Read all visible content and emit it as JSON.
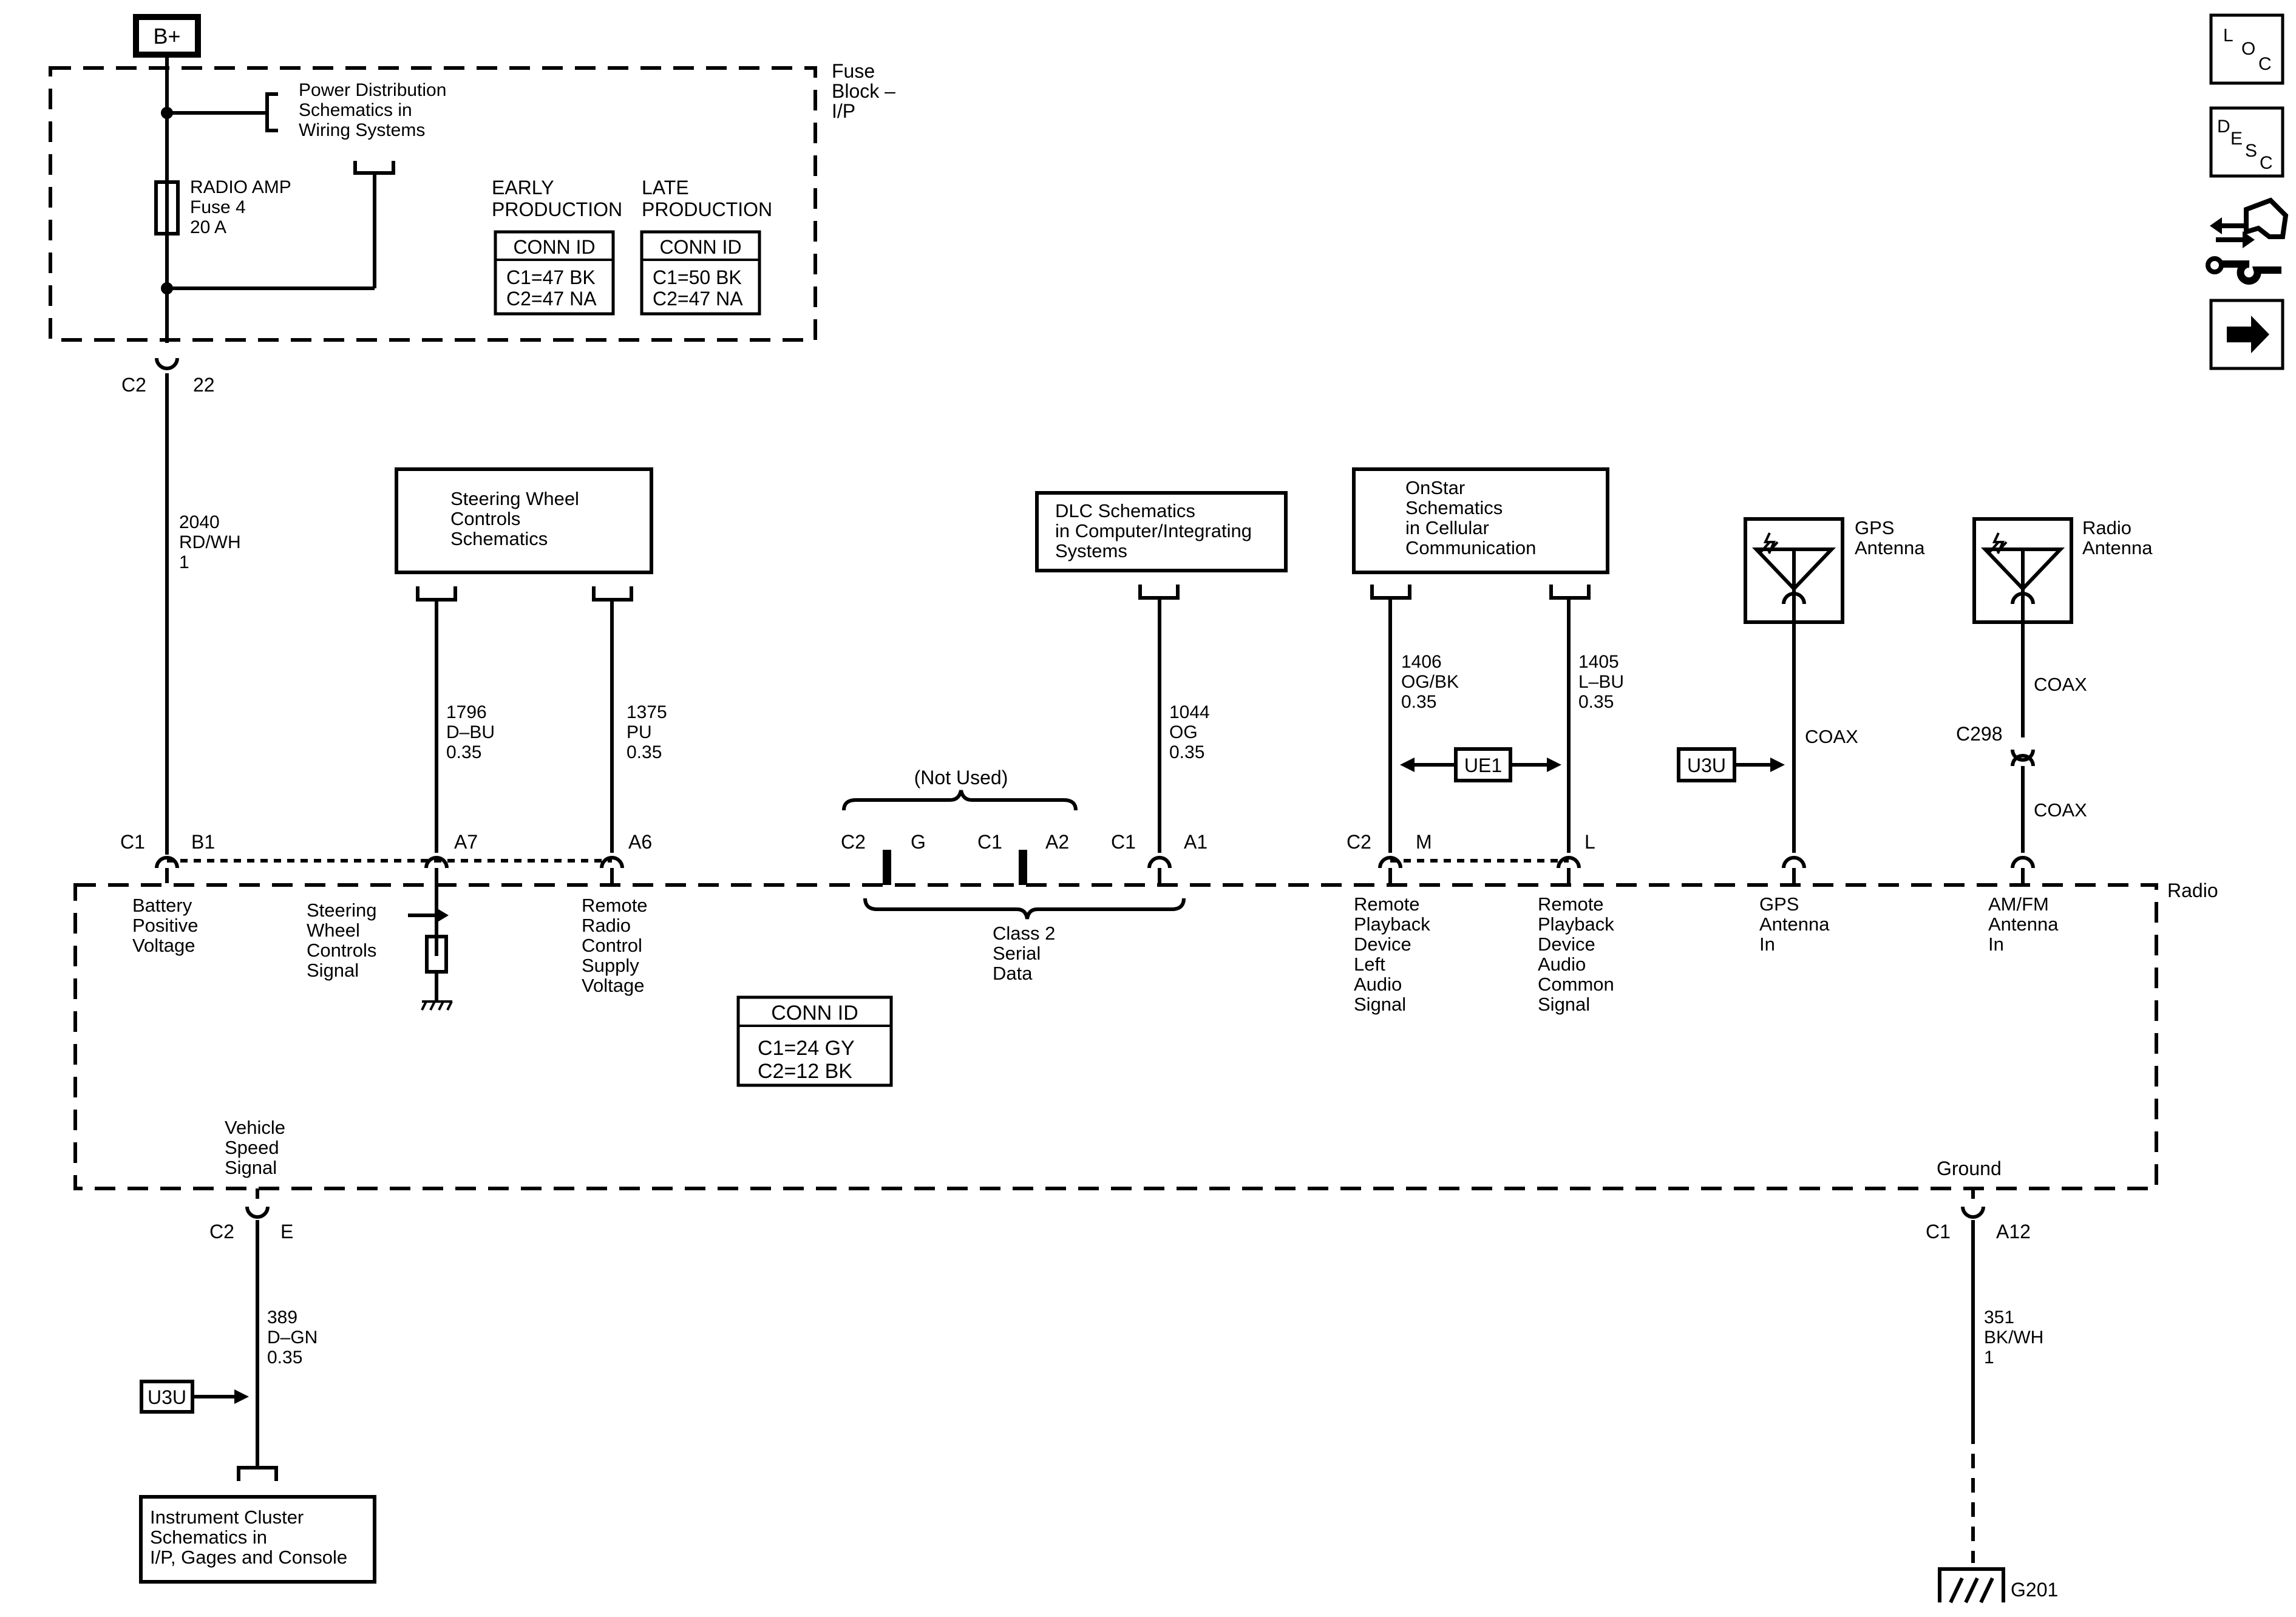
{
  "supply": {
    "b_plus": "B+",
    "fuse_block_label": [
      "Fuse",
      "Block –",
      "I/P"
    ],
    "power_dist_ref": [
      "Power Distribution",
      "Schematics in",
      "Wiring Systems"
    ],
    "fuse_label": [
      "RADIO AMP",
      "Fuse 4",
      "20 A"
    ],
    "early_production": {
      "heading": [
        "EARLY",
        "PRODUCTION"
      ],
      "conn_id_title": "CONN ID",
      "lines": [
        "C1=47 BK",
        "C2=47 NA"
      ]
    },
    "late_production": {
      "heading": [
        "LATE",
        "PRODUCTION"
      ],
      "conn_id_title": "CONN ID",
      "lines": [
        "C1=50 BK",
        "C2=47 NA"
      ]
    },
    "connector": "C2",
    "pin": "22",
    "wire": [
      "2040",
      "RD/WH",
      "1"
    ]
  },
  "refs": {
    "steering_wheel": [
      "Steering Wheel",
      "Controls",
      "Schematics"
    ],
    "dlc": [
      "DLC Schematics",
      "in Computer/Integrating",
      "Systems"
    ],
    "onstar": [
      "OnStar",
      "Schematics",
      "in Cellular",
      "Communication"
    ],
    "gps_antenna": [
      "GPS",
      "Antenna"
    ],
    "radio_antenna": [
      "Radio",
      "Antenna"
    ],
    "instrument_cluster": [
      "Instrument Cluster",
      "Schematics in",
      "I/P, Gages and Console"
    ]
  },
  "wires": {
    "swc_signal": [
      "1796",
      "D–BU",
      "0.35"
    ],
    "remote_supply": [
      "1375",
      "PU",
      "0.35"
    ],
    "class2": [
      "1044",
      "OG",
      "0.35"
    ],
    "remote_left": [
      "1406",
      "OG/BK",
      "0.35"
    ],
    "remote_common": [
      "1405",
      "L–BU",
      "0.35"
    ],
    "gps_coax": "COAX",
    "radio_coax_upper": "COAX",
    "radio_coax_lower": "COAX",
    "vss": [
      "389",
      "D–GN",
      "0.35"
    ],
    "ground": [
      "351",
      "BK/WH",
      "1"
    ]
  },
  "connectors": {
    "c1_b1": {
      "conn": "C1",
      "pin": "B1"
    },
    "a7": "A7",
    "a6": "A6",
    "not_used": "(Not Used)",
    "c2_g": {
      "conn": "C2",
      "pin": "G"
    },
    "c1_a2": {
      "conn": "C1",
      "pin": "A2"
    },
    "c1_a1": {
      "conn": "C1",
      "pin": "A1"
    },
    "c2_m": {
      "conn": "C2",
      "pin": "M"
    },
    "l": "L",
    "c298": "C298",
    "c2_e": {
      "conn": "C2",
      "pin": "E"
    },
    "c1_a12": {
      "conn": "C1",
      "pin": "A12"
    }
  },
  "options": {
    "ue1": "UE1",
    "u3u_gps": "U3U",
    "u3u_vss": "U3U"
  },
  "radio": {
    "label": "Radio",
    "battery": [
      "Battery",
      "Positive",
      "Voltage"
    ],
    "swc": [
      "Steering",
      "Wheel",
      "Controls",
      "Signal"
    ],
    "remote_supply": [
      "Remote",
      "Radio",
      "Control",
      "Supply",
      "Voltage"
    ],
    "class2": [
      "Class 2",
      "Serial",
      "Data"
    ],
    "remote_left": [
      "Remote",
      "Playback",
      "Device",
      "Left",
      "Audio",
      "Signal"
    ],
    "remote_common": [
      "Remote",
      "Playback",
      "Device",
      "Audio",
      "Common",
      "Signal"
    ],
    "gps_in": [
      "GPS",
      "Antenna",
      "In"
    ],
    "amfm_in": [
      "AM/FM",
      "Antenna",
      "In"
    ],
    "conn_id": {
      "title": "CONN ID",
      "lines": [
        "C1=24 GY",
        "C2=12 BK"
      ]
    },
    "vss": [
      "Vehicle",
      "Speed",
      "Signal"
    ],
    "ground": "Ground"
  },
  "ground_id": "G201",
  "nav_icons": {
    "loc": {
      "icon": "loc-icon",
      "letters": [
        "L",
        "O",
        "C"
      ]
    },
    "desc": {
      "icon": "desc-icon",
      "letters": [
        "D",
        "E",
        "S",
        "C"
      ]
    },
    "connector_tool": {
      "icon": "connector-tool-icon"
    },
    "next": {
      "icon": "next-arrow-icon"
    }
  }
}
